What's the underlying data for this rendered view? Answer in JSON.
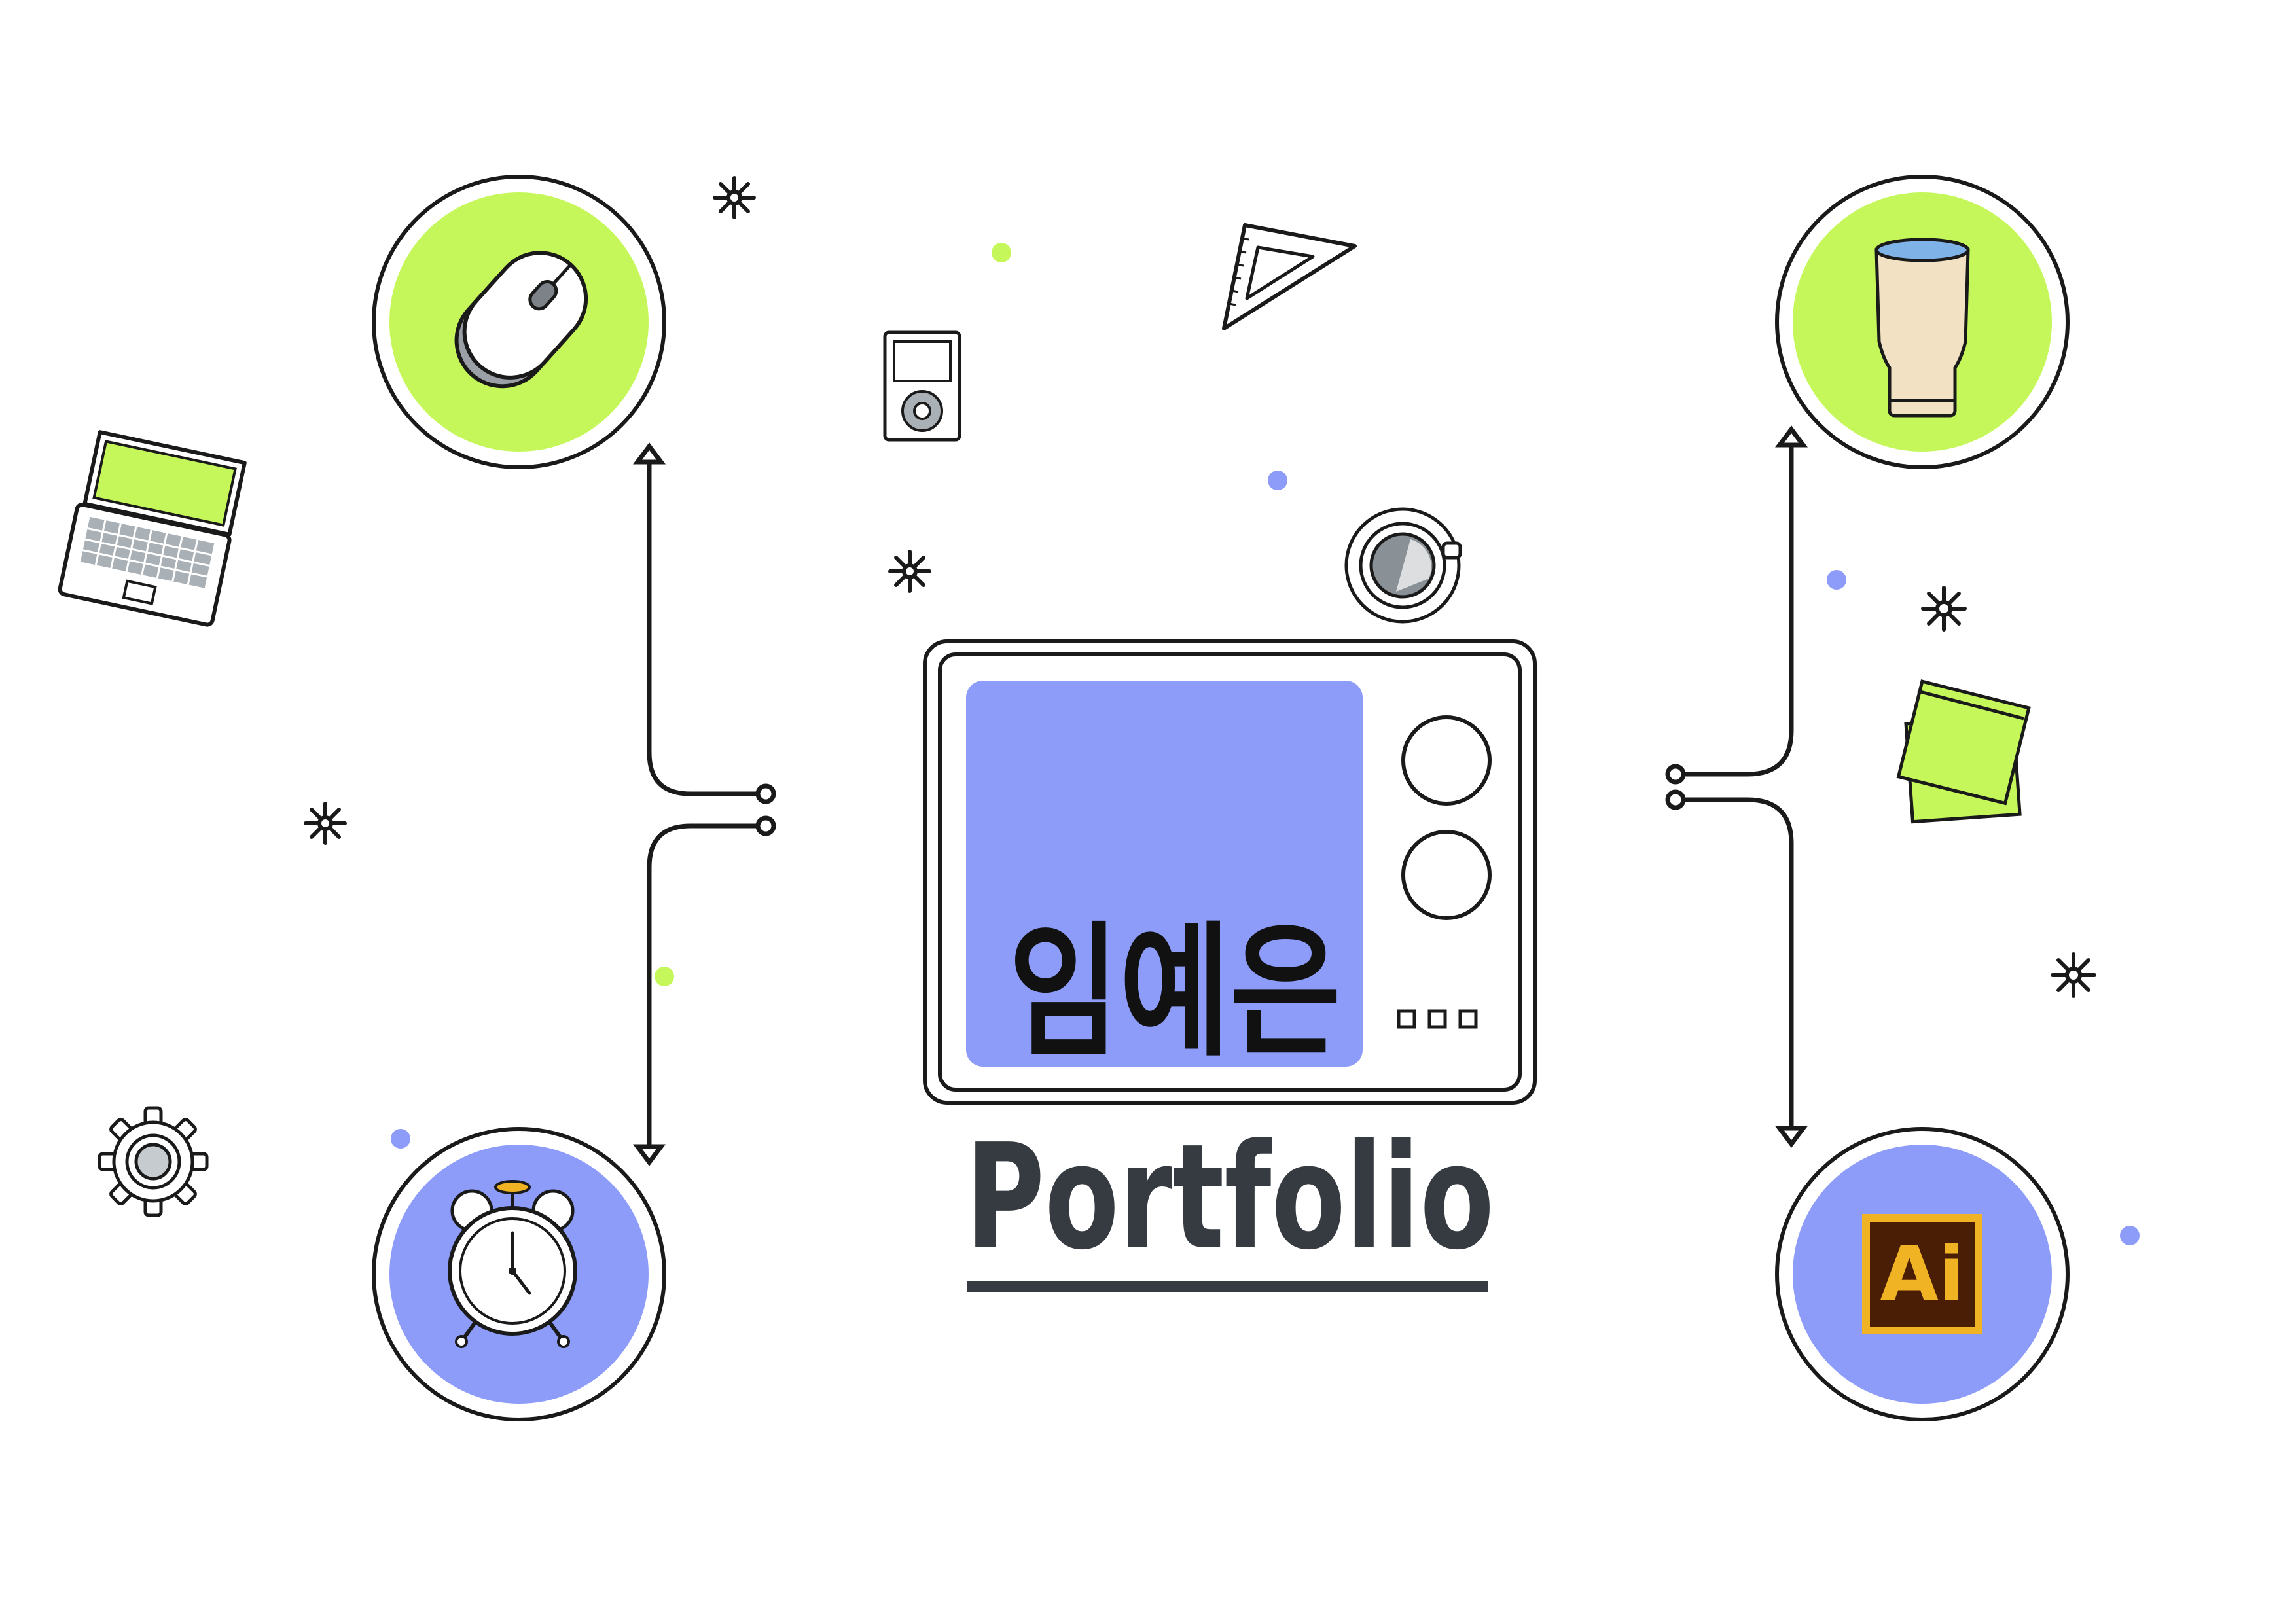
{
  "cover": {
    "name": "임예은",
    "title": "Portfolio"
  },
  "app_icon": {
    "label": "Ai"
  },
  "colors": {
    "lime": "#c6f75a",
    "periwinkle": "#8d9cf8",
    "ink": "#1a1a1a",
    "title_gray": "#353b40",
    "cream": "#f3e1c4",
    "water": "#7fb3e8",
    "ai_brown": "#4a1e05",
    "ai_gold": "#f0b323"
  },
  "icons": [
    "mouse-icon",
    "tumbler-icon",
    "alarm-clock-icon",
    "illustrator-icon",
    "laptop-icon",
    "mp3-player-icon",
    "set-square-icon",
    "coffee-cup-icon",
    "sticky-notes-icon",
    "gear-icon",
    "sparkle-icon",
    "retro-tv-icon"
  ]
}
